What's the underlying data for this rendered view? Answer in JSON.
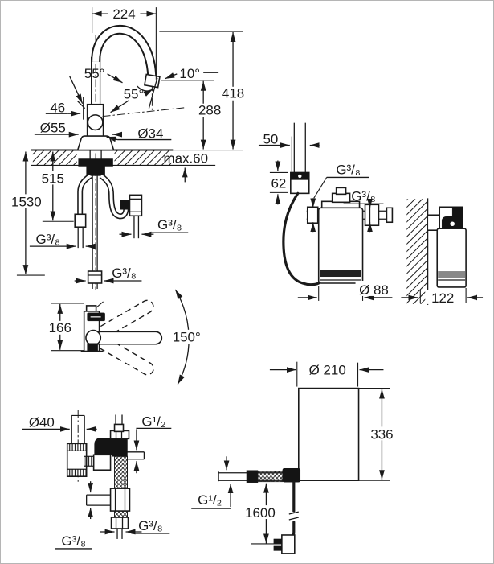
{
  "figure": {
    "background": "#ffffff",
    "line_color": "#1a1a1a",
    "border_color": "#b5b5b5"
  },
  "faucet_side": {
    "spout_width": "224",
    "lever_angle_left": "55°",
    "lever_angle_right": "55°",
    "outlet_angle": "10°",
    "height_total": "418",
    "height_outlet": "288",
    "lever_offset": "46",
    "base_dia": "Ø55",
    "body_dia": "Ø34",
    "deck_thickness": "max.60",
    "conn_depth": "515",
    "hose_length": "1530",
    "conn_left": "G³/₈",
    "conn_right": "G³/₈",
    "conn_center": "G³/₈"
  },
  "top_view": {
    "depth": "166",
    "swivel_range": "150°"
  },
  "valve_assembly": {
    "pipe_dia": "Ø40",
    "conn_supply": "G¹/₂",
    "conn_stub": "G³/₈",
    "conn_hose": "G³/₈"
  },
  "filter_unit": {
    "head_offset": "50",
    "head_height": "62",
    "port_in": "G³/₈",
    "port_out": "G³/₈",
    "bottle_dia": "Ø 88",
    "wall_depth": "122"
  },
  "boiler": {
    "dia": "Ø 210",
    "height": "336",
    "conn": "G¹/₂",
    "cable_length": "1600"
  }
}
